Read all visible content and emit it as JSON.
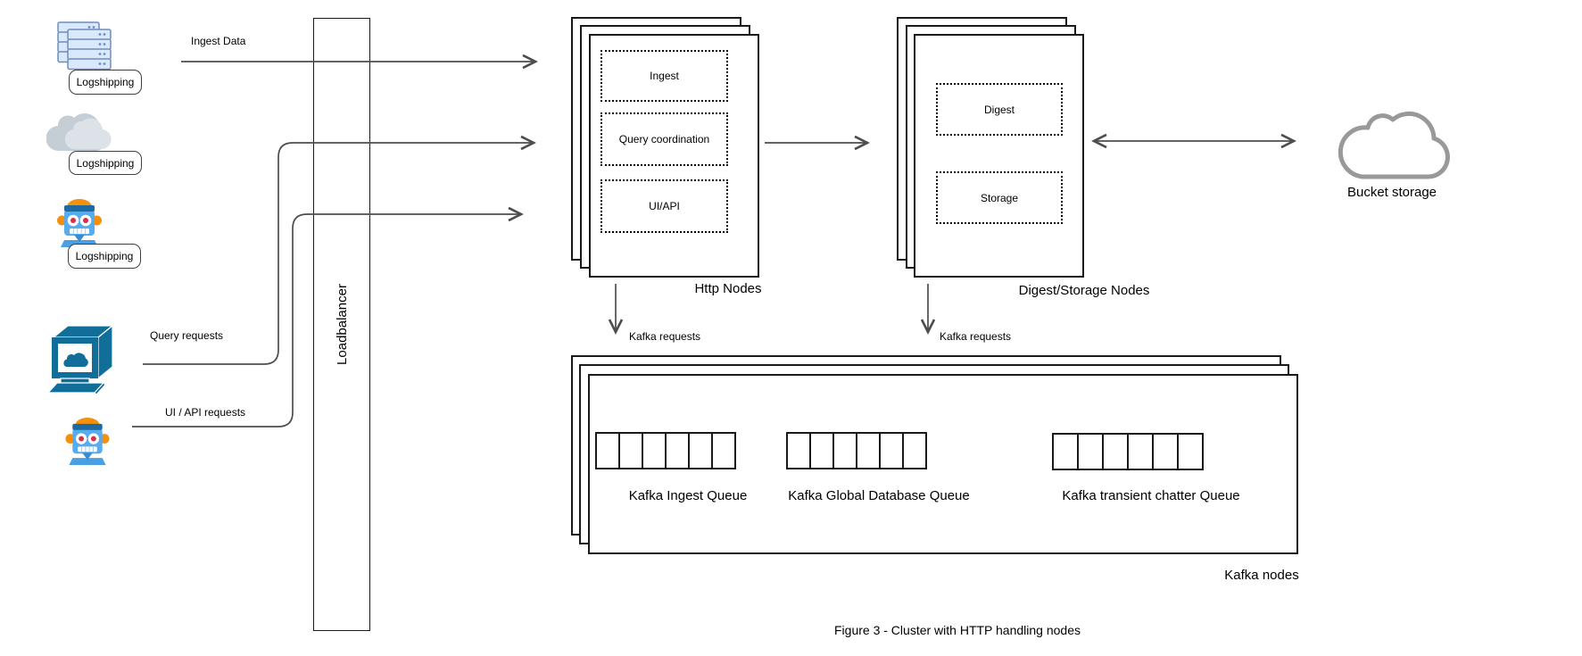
{
  "diagram": {
    "caption": "Figure 3 - Cluster with HTTP handling nodes",
    "sources": {
      "labels": [
        "Logshipping",
        "Logshipping",
        "Logshipping"
      ]
    },
    "loadbalancer": {
      "label": "Loadbalancer"
    },
    "edges": [
      {
        "id": "ingest",
        "label": "Ingest Data"
      },
      {
        "id": "query",
        "label": "Query requests"
      },
      {
        "id": "ui_api",
        "label": "UI / API requests"
      },
      {
        "id": "kafka_from_http",
        "label": "Kafka requests"
      },
      {
        "id": "kafka_from_digest",
        "label": "Kafka requests"
      }
    ],
    "http_nodes": {
      "label": "Http Nodes",
      "components": [
        "Ingest",
        "Query coordination",
        "UI/API"
      ]
    },
    "digest_storage_nodes": {
      "label": "Digest/Storage Nodes",
      "components": [
        "Digest",
        "Storage"
      ]
    },
    "kafka_nodes": {
      "label": "Kafka nodes",
      "queues": [
        {
          "label": "Kafka Ingest Queue",
          "cells": 6
        },
        {
          "label": "Kafka Global Database Queue",
          "cells": 6
        },
        {
          "label": "Kafka transient chatter Queue",
          "cells": 6
        }
      ]
    },
    "bucket_storage": {
      "label": "Bucket storage"
    },
    "colors": {
      "server_fill": "#DAE8FC",
      "server_stroke": "#6C8EBF",
      "robot_blue": "#55ACEE",
      "robot_band_blue": "#1C6AA0",
      "robot_orange": "#F4900C",
      "robot_red": "#DA2F44",
      "computer_teal": "#116E98",
      "cloud_gray": "#CCD4DB",
      "bucket_stroke": "#999999",
      "edge_stroke": "#4D4D4D",
      "shape_stroke": "#1A1A1A"
    }
  }
}
